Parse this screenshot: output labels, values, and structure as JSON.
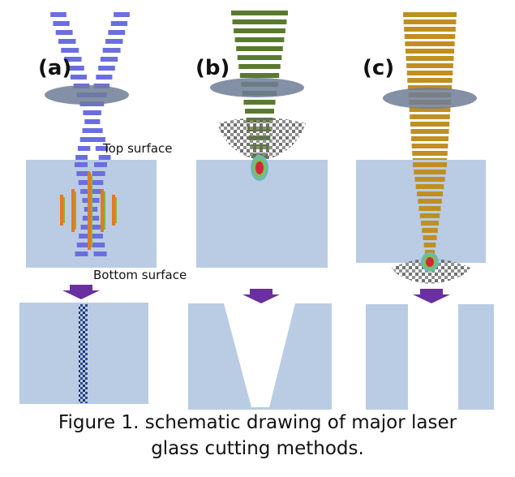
{
  "panels": [
    {
      "id": "a",
      "label": "(a)"
    },
    {
      "id": "b",
      "label": "(b)"
    },
    {
      "id": "c",
      "label": "(c)"
    }
  ],
  "annotations": {
    "top_surface": "Top surface",
    "bottom_surface": "Bottom surface"
  },
  "caption": {
    "line1": "Figure 1. schematic drawing of major laser",
    "line2": "glass cutting methods."
  },
  "colors": {
    "glass": "#b9cce3",
    "lens": "#6f7d95",
    "beam_a": "#6a6ee0",
    "beam_b": "#5a7a2e",
    "beam_c": "#c08f22",
    "arrow": "#6a2fa0",
    "crack": "#1f2f6a",
    "filament_orange": "#e07b20",
    "filament_green": "#8fb23a",
    "plasma_red": "#d02a3a",
    "plasma_green": "#7fbf5a",
    "plasma_teal": "#6cb8b8",
    "debris": "#6a6a6a"
  }
}
